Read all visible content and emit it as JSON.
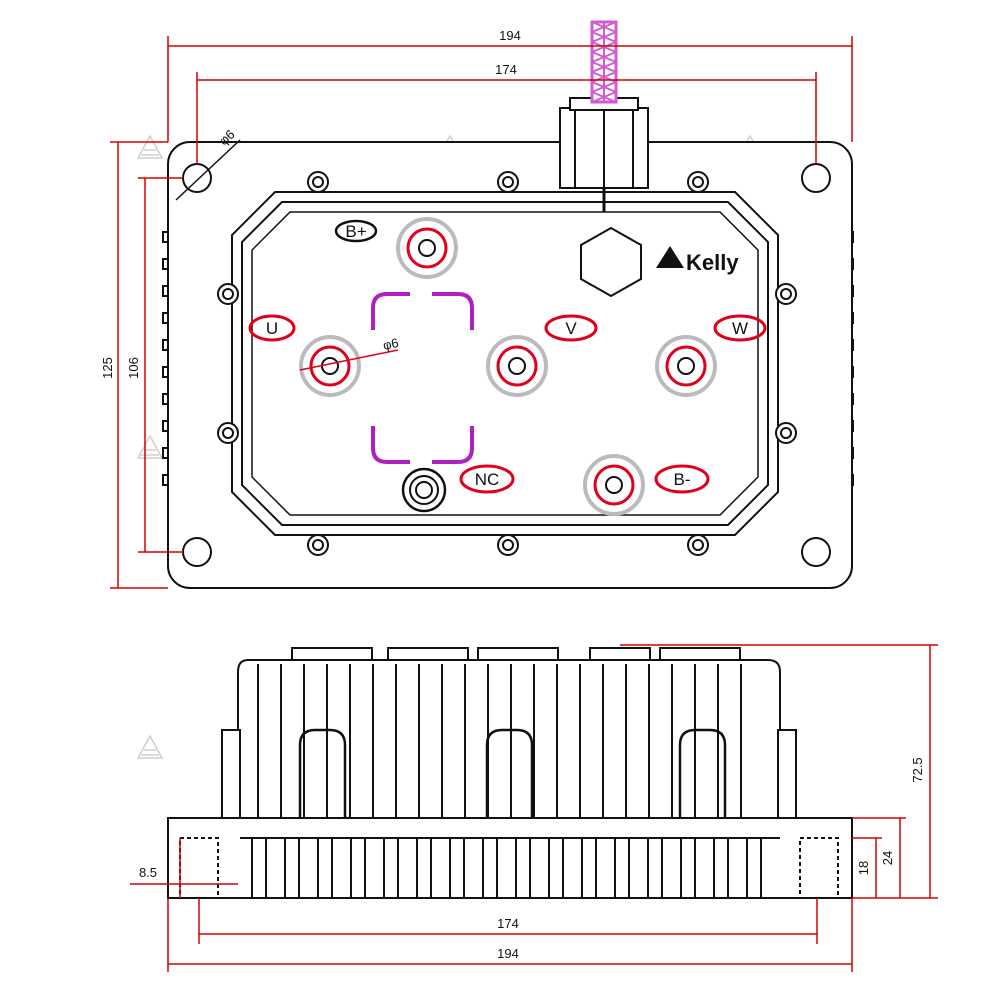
{
  "colors": {
    "outline": "#111111",
    "dimension_line": "#d60000",
    "highlight": "#e0001a",
    "cable": "#d05bd0",
    "bracket": "#b020c0",
    "watermark": "#cfcfcf"
  },
  "top_view": {
    "dims": {
      "overall_width": "194",
      "hole_spacing_width": "174",
      "overall_height": "125",
      "hole_spacing_height": "106",
      "mount_hole": "φ6",
      "terminal_hole": "φ6"
    },
    "brand_logo": "Kelly",
    "terminals": [
      "B+",
      "U",
      "V",
      "W",
      "NC",
      "B-"
    ]
  },
  "side_view": {
    "dims": {
      "hole_spacing_width": "174",
      "overall_width": "194",
      "total_height": "72.5",
      "base_height": "24",
      "flange_height": "18",
      "flange_thickness": "8.5"
    }
  },
  "watermark_icon": "triangle-logo-watermark"
}
